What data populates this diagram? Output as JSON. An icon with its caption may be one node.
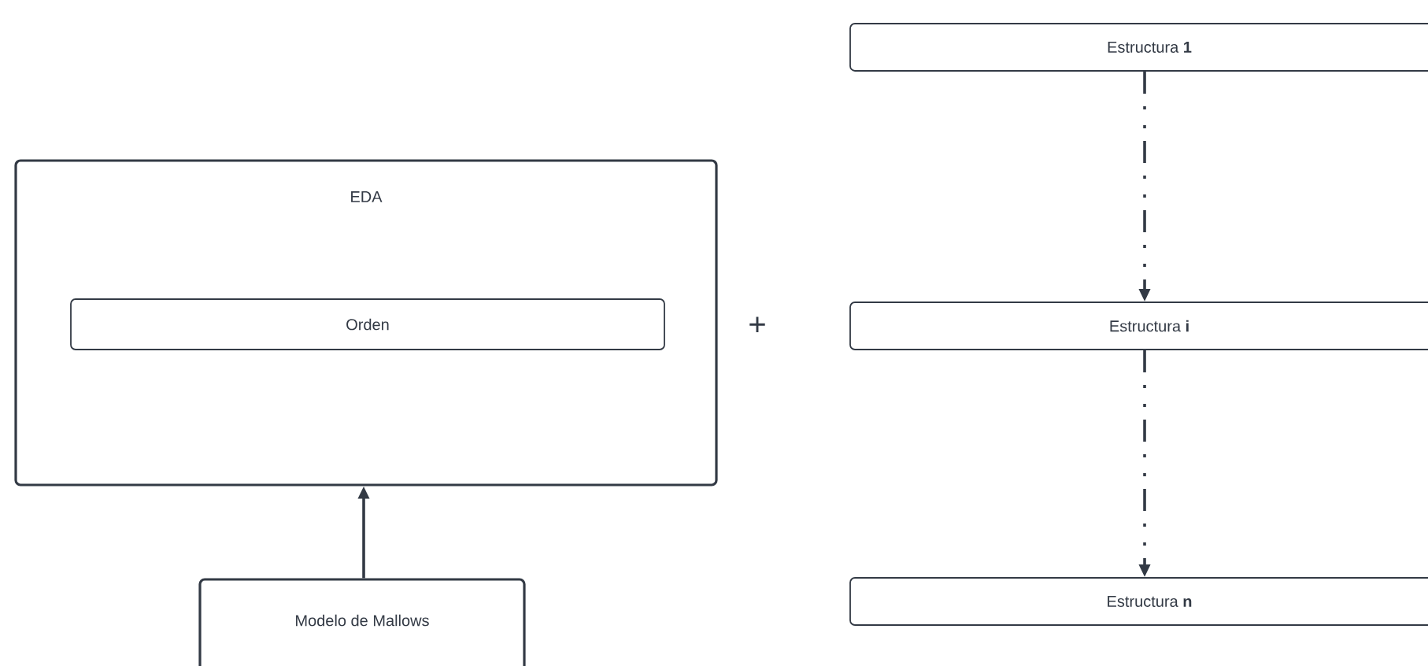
{
  "diagram": {
    "nodes": [
      {
        "text": [
          "EDA"
        ]
      },
      {
        "text": [
          "Orden"
        ],
        "in": 0
      },
      {
        "text": [
          "Modelo de Mallows"
        ]
      },
      {
        "text": [
          "Estructura **1**"
        ]
      },
      {
        "text": [
          "Estructura **i**"
        ]
      },
      {
        "text": [
          "Estructura **n**"
        ]
      }
    ],
    "edges": [
      {
        "from": 2,
        "to": 0,
        "arrow": "to"
      },
      {
        "from": 3,
        "to": 4,
        "arrow": "to",
        "style": "dashed"
      },
      {
        "from": 4,
        "to": 5,
        "arrow": "to",
        "style": "dashed"
      }
    ],
    "labels": [
      "+"
    ]
  }
}
